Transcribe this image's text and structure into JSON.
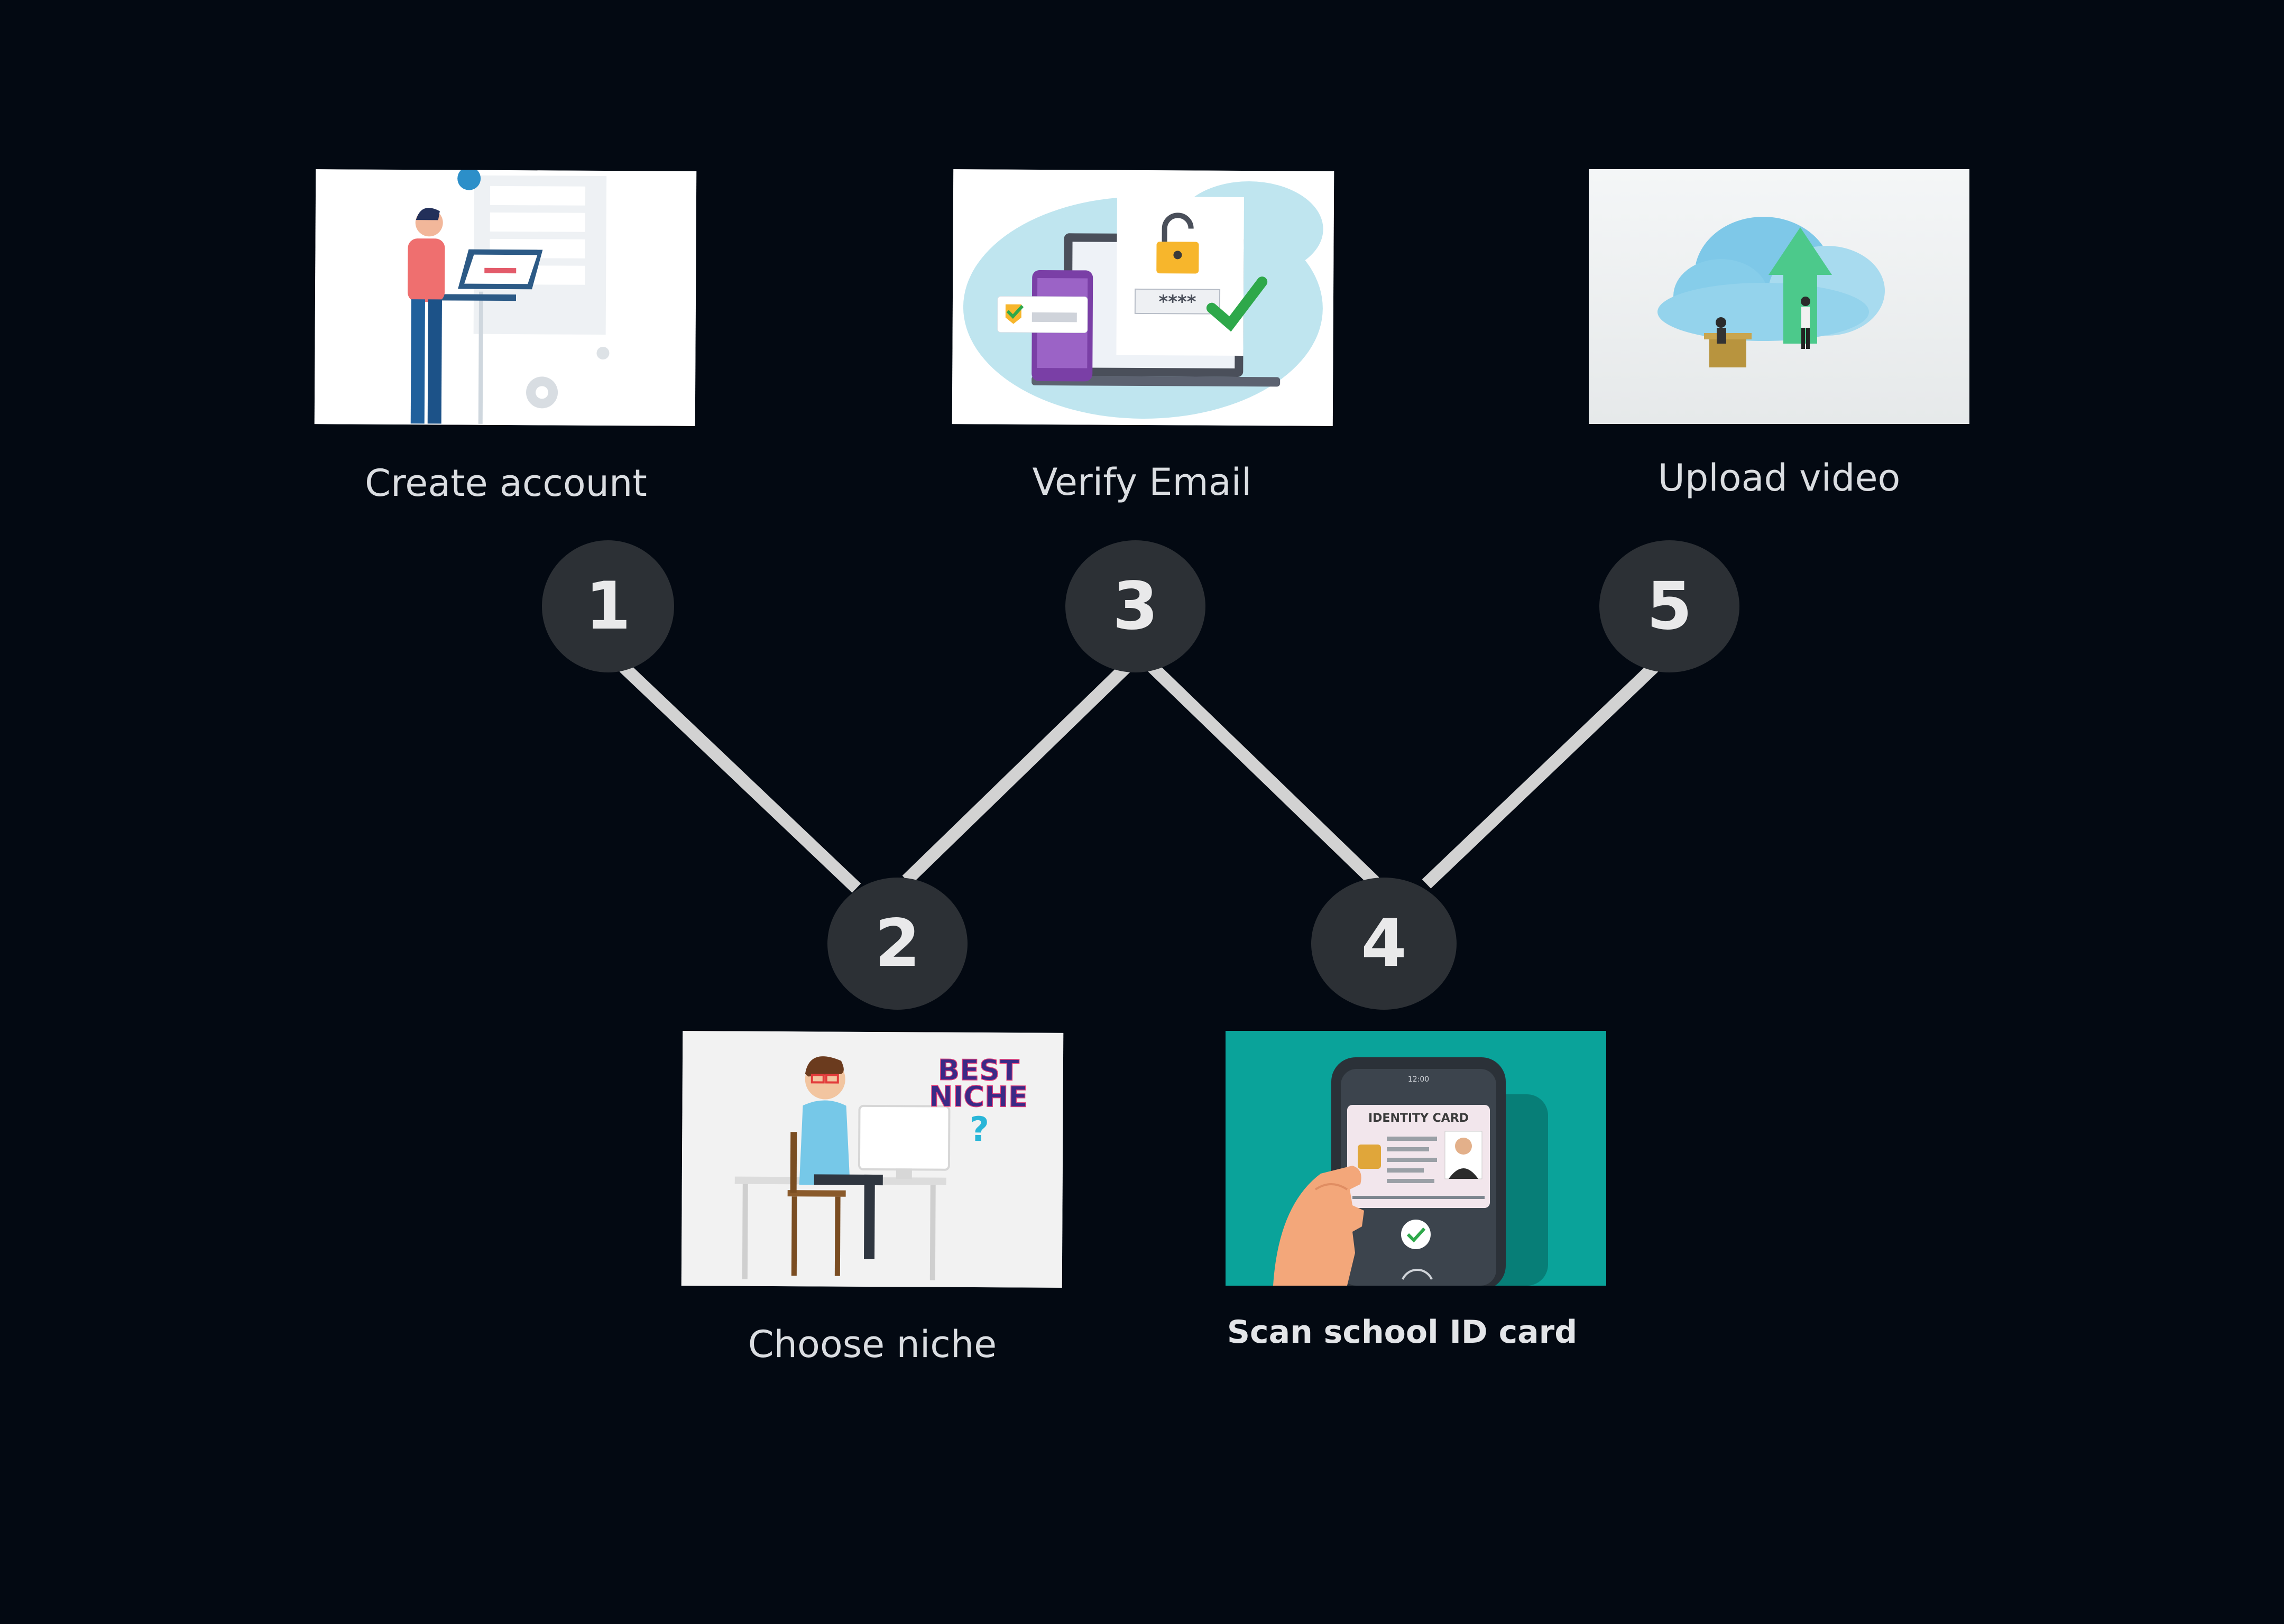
{
  "steps": [
    {
      "number": "1",
      "label": "Create account"
    },
    {
      "number": "2",
      "label": "Choose niche"
    },
    {
      "number": "3",
      "label": "Verify Email"
    },
    {
      "number": "4",
      "label": "Scan school ID card"
    },
    {
      "number": "5",
      "label": "Upload video"
    }
  ],
  "illustrations": {
    "verify_email_password": "****",
    "choose_niche_title_1": "BEST",
    "choose_niche_title_2": "NICHE",
    "choose_niche_mark": "?",
    "id_card_title": "IDENTITY CARD",
    "phone_time": "12:00"
  },
  "colors": {
    "background": "#030912",
    "badge": "#2c3035",
    "connector": "#d2d2d2",
    "label": "#dadde1",
    "id_card_bg": "#0aa39a"
  }
}
